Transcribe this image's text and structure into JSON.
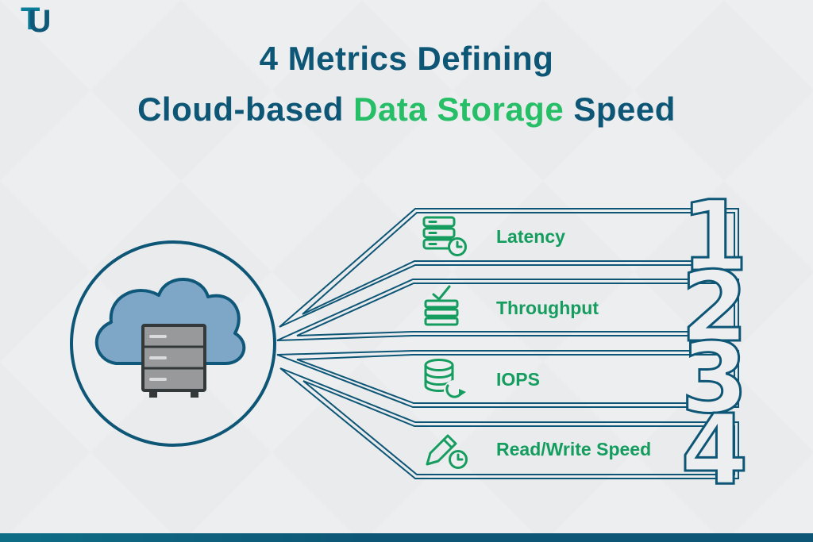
{
  "brand": {
    "letter1": "T",
    "letter2": "U"
  },
  "title": {
    "line1": "4 Metrics Defining",
    "line2_prefix": "Cloud-based ",
    "line2_highlight": "Data Storage",
    "line2_suffix": " Speed"
  },
  "colors": {
    "primary_dark_teal": "#0D5676",
    "accent_green_title": "#27BE68",
    "label_green": "#159D5F",
    "cloud_fill": "#7EA6C6",
    "server_gray": "#97999B",
    "background": "#EDEEF0"
  },
  "metrics": [
    {
      "number": "1",
      "label": "Latency",
      "icon": "server-clock-icon"
    },
    {
      "number": "2",
      "label": "Throughput",
      "icon": "server-check-icon"
    },
    {
      "number": "3",
      "label": "IOPS",
      "icon": "database-refresh-icon"
    },
    {
      "number": "4",
      "label": "Read/Write Speed",
      "icon": "pencil-clock-icon"
    }
  ]
}
